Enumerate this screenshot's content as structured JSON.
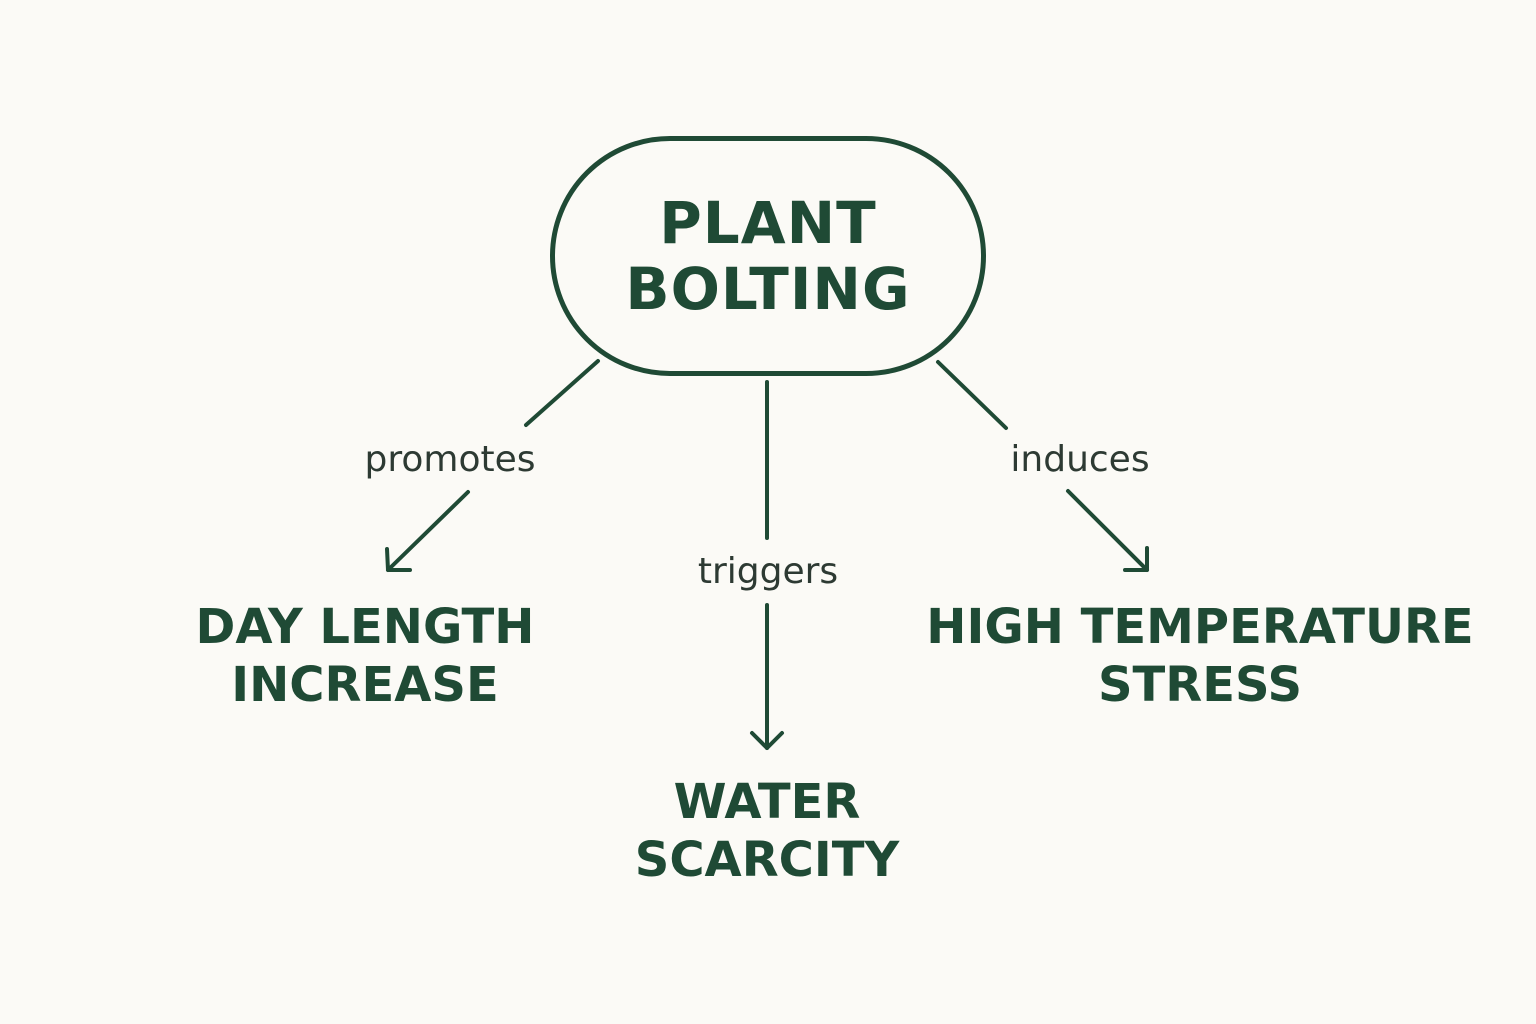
{
  "colors": {
    "background": "#fbfaf6",
    "primary": "#1f4a35",
    "label": "#2d3a33"
  },
  "center": {
    "line1": "PLANT",
    "line2": "BOLTING"
  },
  "edges": {
    "left": "promotes",
    "middle": "triggers",
    "right": "induces"
  },
  "targets": {
    "left": {
      "line1": "DAY LENGTH",
      "line2": "INCREASE"
    },
    "middle": {
      "line1": "WATER",
      "line2": "SCARCITY"
    },
    "right": {
      "line1": "HIGH TEMPERATURE",
      "line2": "STRESS"
    }
  }
}
